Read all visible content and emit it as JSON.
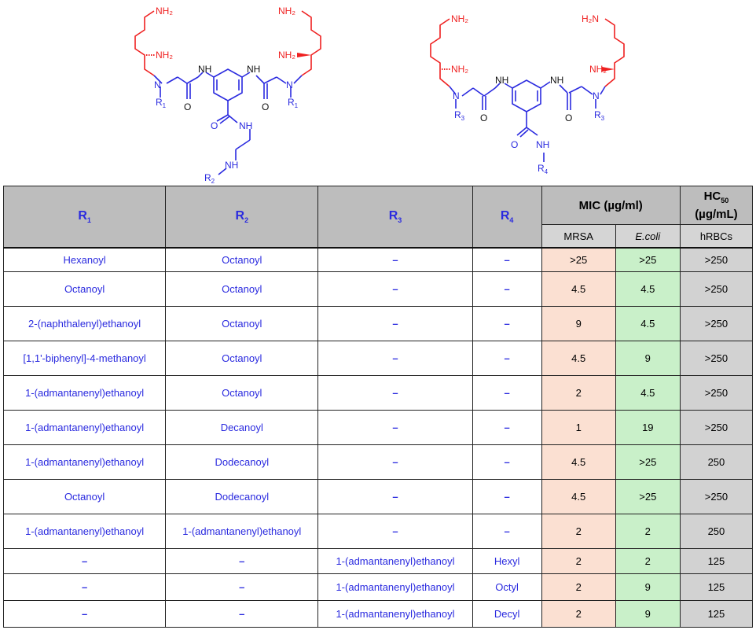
{
  "structures": {
    "left": {
      "amine_label": "NH₂",
      "nh_label": "NH",
      "n_label": "N",
      "o_label": "O",
      "r1_label": "R",
      "r1_sub": "1",
      "r2_label": "R",
      "r2_sub": "2",
      "linker_nh": "NH",
      "amide_nh": "NH"
    },
    "right": {
      "amine_label": "NH₂",
      "h2n_label": "H₂N",
      "nh_label": "NH",
      "n_label": "N",
      "o_label": "O",
      "r3_label": "R",
      "r3_sub": "3",
      "r4_label": "R",
      "r4_sub": "4"
    },
    "colors": {
      "lysine": "#ef2020",
      "core": "#2a2adf",
      "bond": "#111111"
    }
  },
  "table": {
    "headers": {
      "r1": "R",
      "r1_sub": "1",
      "r2": "R",
      "r2_sub": "2",
      "r3": "R",
      "r3_sub": "3",
      "r4": "R",
      "r4_sub": "4",
      "mic": "MIC (µg/ml)",
      "hc_line1": "HC",
      "hc_sub": "50",
      "hc_line2": "(µg/mL)",
      "mrsa": "MRSA",
      "ecoli": "E.coli",
      "hrbcs": "hRBCs"
    },
    "rows": [
      {
        "r1": "Hexanoyl",
        "r2": "Octanoyl",
        "r3": "–",
        "r4": "–",
        "mrsa": ">25",
        "ecoli": ">25",
        "hrbc": ">250"
      },
      {
        "r1": "Octanoyl",
        "r2": "Octanoyl",
        "r3": "–",
        "r4": "–",
        "mrsa": "4.5",
        "ecoli": "4.5",
        "hrbc": ">250"
      },
      {
        "r1": "2-(naphthalenyl)ethanoyl",
        "r2": "Octanoyl",
        "r3": "–",
        "r4": "–",
        "mrsa": "9",
        "ecoli": "4.5",
        "hrbc": ">250"
      },
      {
        "r1": "[1,1'-biphenyl]-4-methanoyl",
        "r2": "Octanoyl",
        "r3": "–",
        "r4": "–",
        "mrsa": "4.5",
        "ecoli": "9",
        "hrbc": ">250"
      },
      {
        "r1": "1-(admantanenyl)ethanoyl",
        "r2": "Octanoyl",
        "r3": "–",
        "r4": "–",
        "mrsa": "2",
        "ecoli": "4.5",
        "hrbc": ">250"
      },
      {
        "r1": "1-(admantanenyl)ethanoyl",
        "r2": "Decanoyl",
        "r3": "–",
        "r4": "–",
        "mrsa": "1",
        "ecoli": "19",
        "hrbc": ">250"
      },
      {
        "r1": "1-(admantanenyl)ethanoyl",
        "r2": "Dodecanoyl",
        "r3": "–",
        "r4": "–",
        "mrsa": "4.5",
        "ecoli": ">25",
        "hrbc": "250"
      },
      {
        "r1": "Octanoyl",
        "r2": "Dodecanoyl",
        "r3": "–",
        "r4": "–",
        "mrsa": "4.5",
        "ecoli": ">25",
        "hrbc": ">250"
      },
      {
        "r1": "1-(admantanenyl)ethanoyl",
        "r2": "1-(admantanenyl)ethanoyl",
        "r3": "–",
        "r4": "–",
        "mrsa": "2",
        "ecoli": "2",
        "hrbc": "250"
      },
      {
        "r1": "–",
        "r2": "–",
        "r3": "1-(admantanenyl)ethanoyl",
        "r4": "Hexyl",
        "mrsa": "2",
        "ecoli": "2",
        "hrbc": "125"
      },
      {
        "r1": "–",
        "r2": "–",
        "r3": "1-(admantanenyl)ethanoyl",
        "r4": "Octyl",
        "mrsa": "2",
        "ecoli": "9",
        "hrbc": "125"
      },
      {
        "r1": "–",
        "r2": "–",
        "r3": "1-(admantanenyl)ethanoyl",
        "r4": "Decyl",
        "mrsa": "2",
        "ecoli": "9",
        "hrbc": "125"
      }
    ]
  }
}
